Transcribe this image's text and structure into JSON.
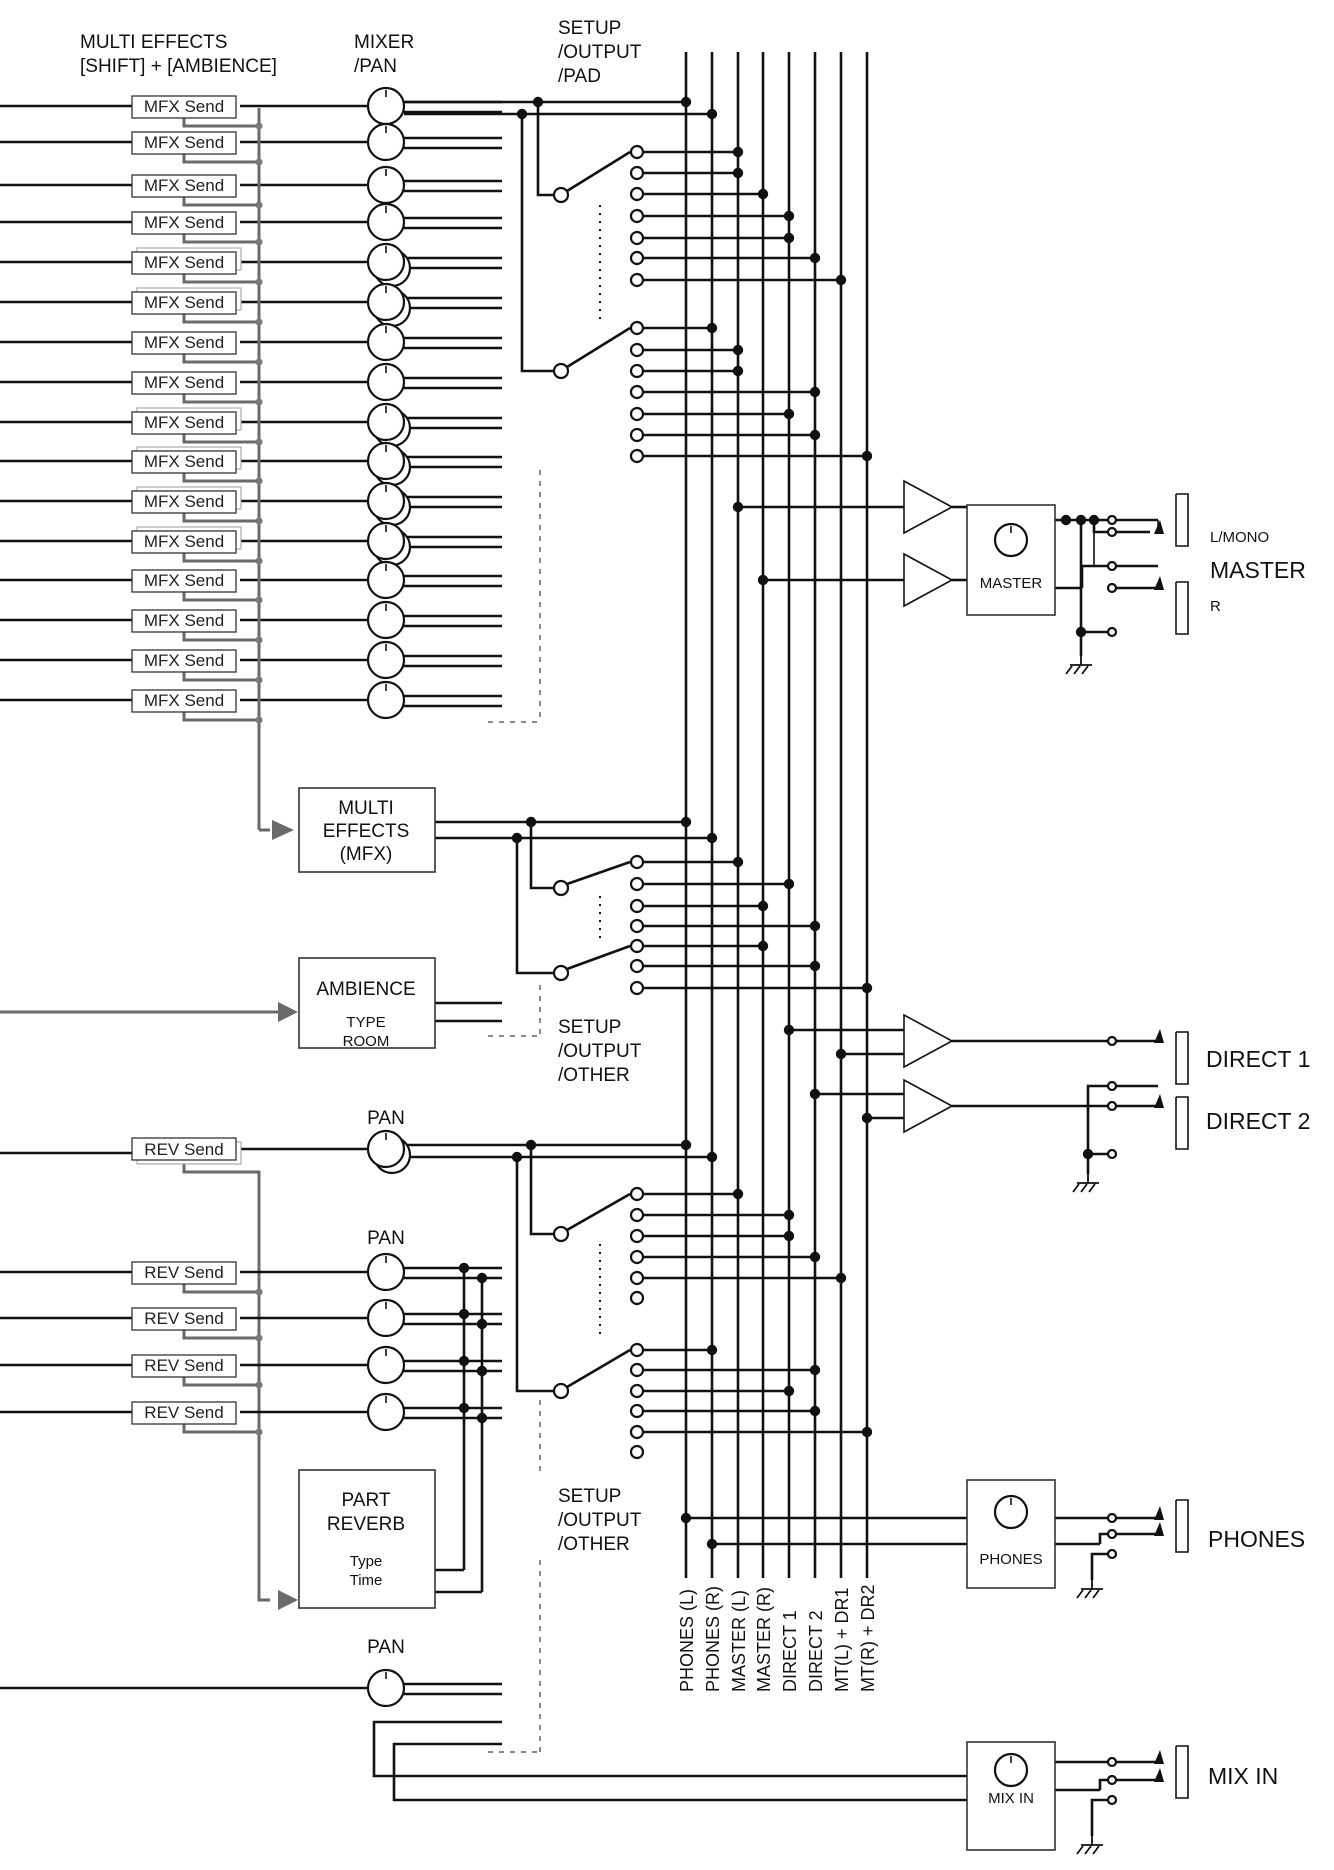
{
  "header": {
    "multi_effects_line1": "MULTI EFFECTS",
    "multi_effects_line2": "[SHIFT] + [AMBIENCE]",
    "mixer_line1": "MIXER",
    "mixer_line2": "/PAN",
    "setup_pad_line1": "SETUP",
    "setup_pad_line2": "/OUTPUT",
    "setup_pad_line3": "/PAD"
  },
  "sends": {
    "mfx_label": "MFX Send",
    "rev_label": "REV Send"
  },
  "blocks": {
    "mfx": [
      "MULTI",
      "EFFECTS",
      "(MFX)"
    ],
    "ambience_title": "AMBIENCE",
    "ambience_sub": [
      "TYPE",
      "ROOM"
    ],
    "reverb_title": [
      "PART",
      "REVERB"
    ],
    "reverb_sub": [
      "Type",
      "Time"
    ],
    "master_knob": "MASTER",
    "phones_knob": "PHONES",
    "mixin_knob": "MIX IN"
  },
  "labels": {
    "setup_other_1": [
      "SETUP",
      "/OUTPUT",
      "/OTHER"
    ],
    "setup_other_2": [
      "SETUP",
      "/OUTPUT",
      "/OTHER"
    ],
    "pan": "PAN",
    "l_mono": "L/MONO",
    "r": "R"
  },
  "outputs": {
    "master": "MASTER",
    "direct1": "DIRECT 1",
    "direct2": "DIRECT 2",
    "phones": "PHONES",
    "mix_in": "MIX IN"
  },
  "buses": [
    "PHONES (L)",
    "PHONES (R)",
    "MASTER (L)",
    "MASTER (R)",
    "DIRECT 1",
    "DIRECT 2",
    "MT(L) + DR1",
    "MT(R) + DR2"
  ]
}
